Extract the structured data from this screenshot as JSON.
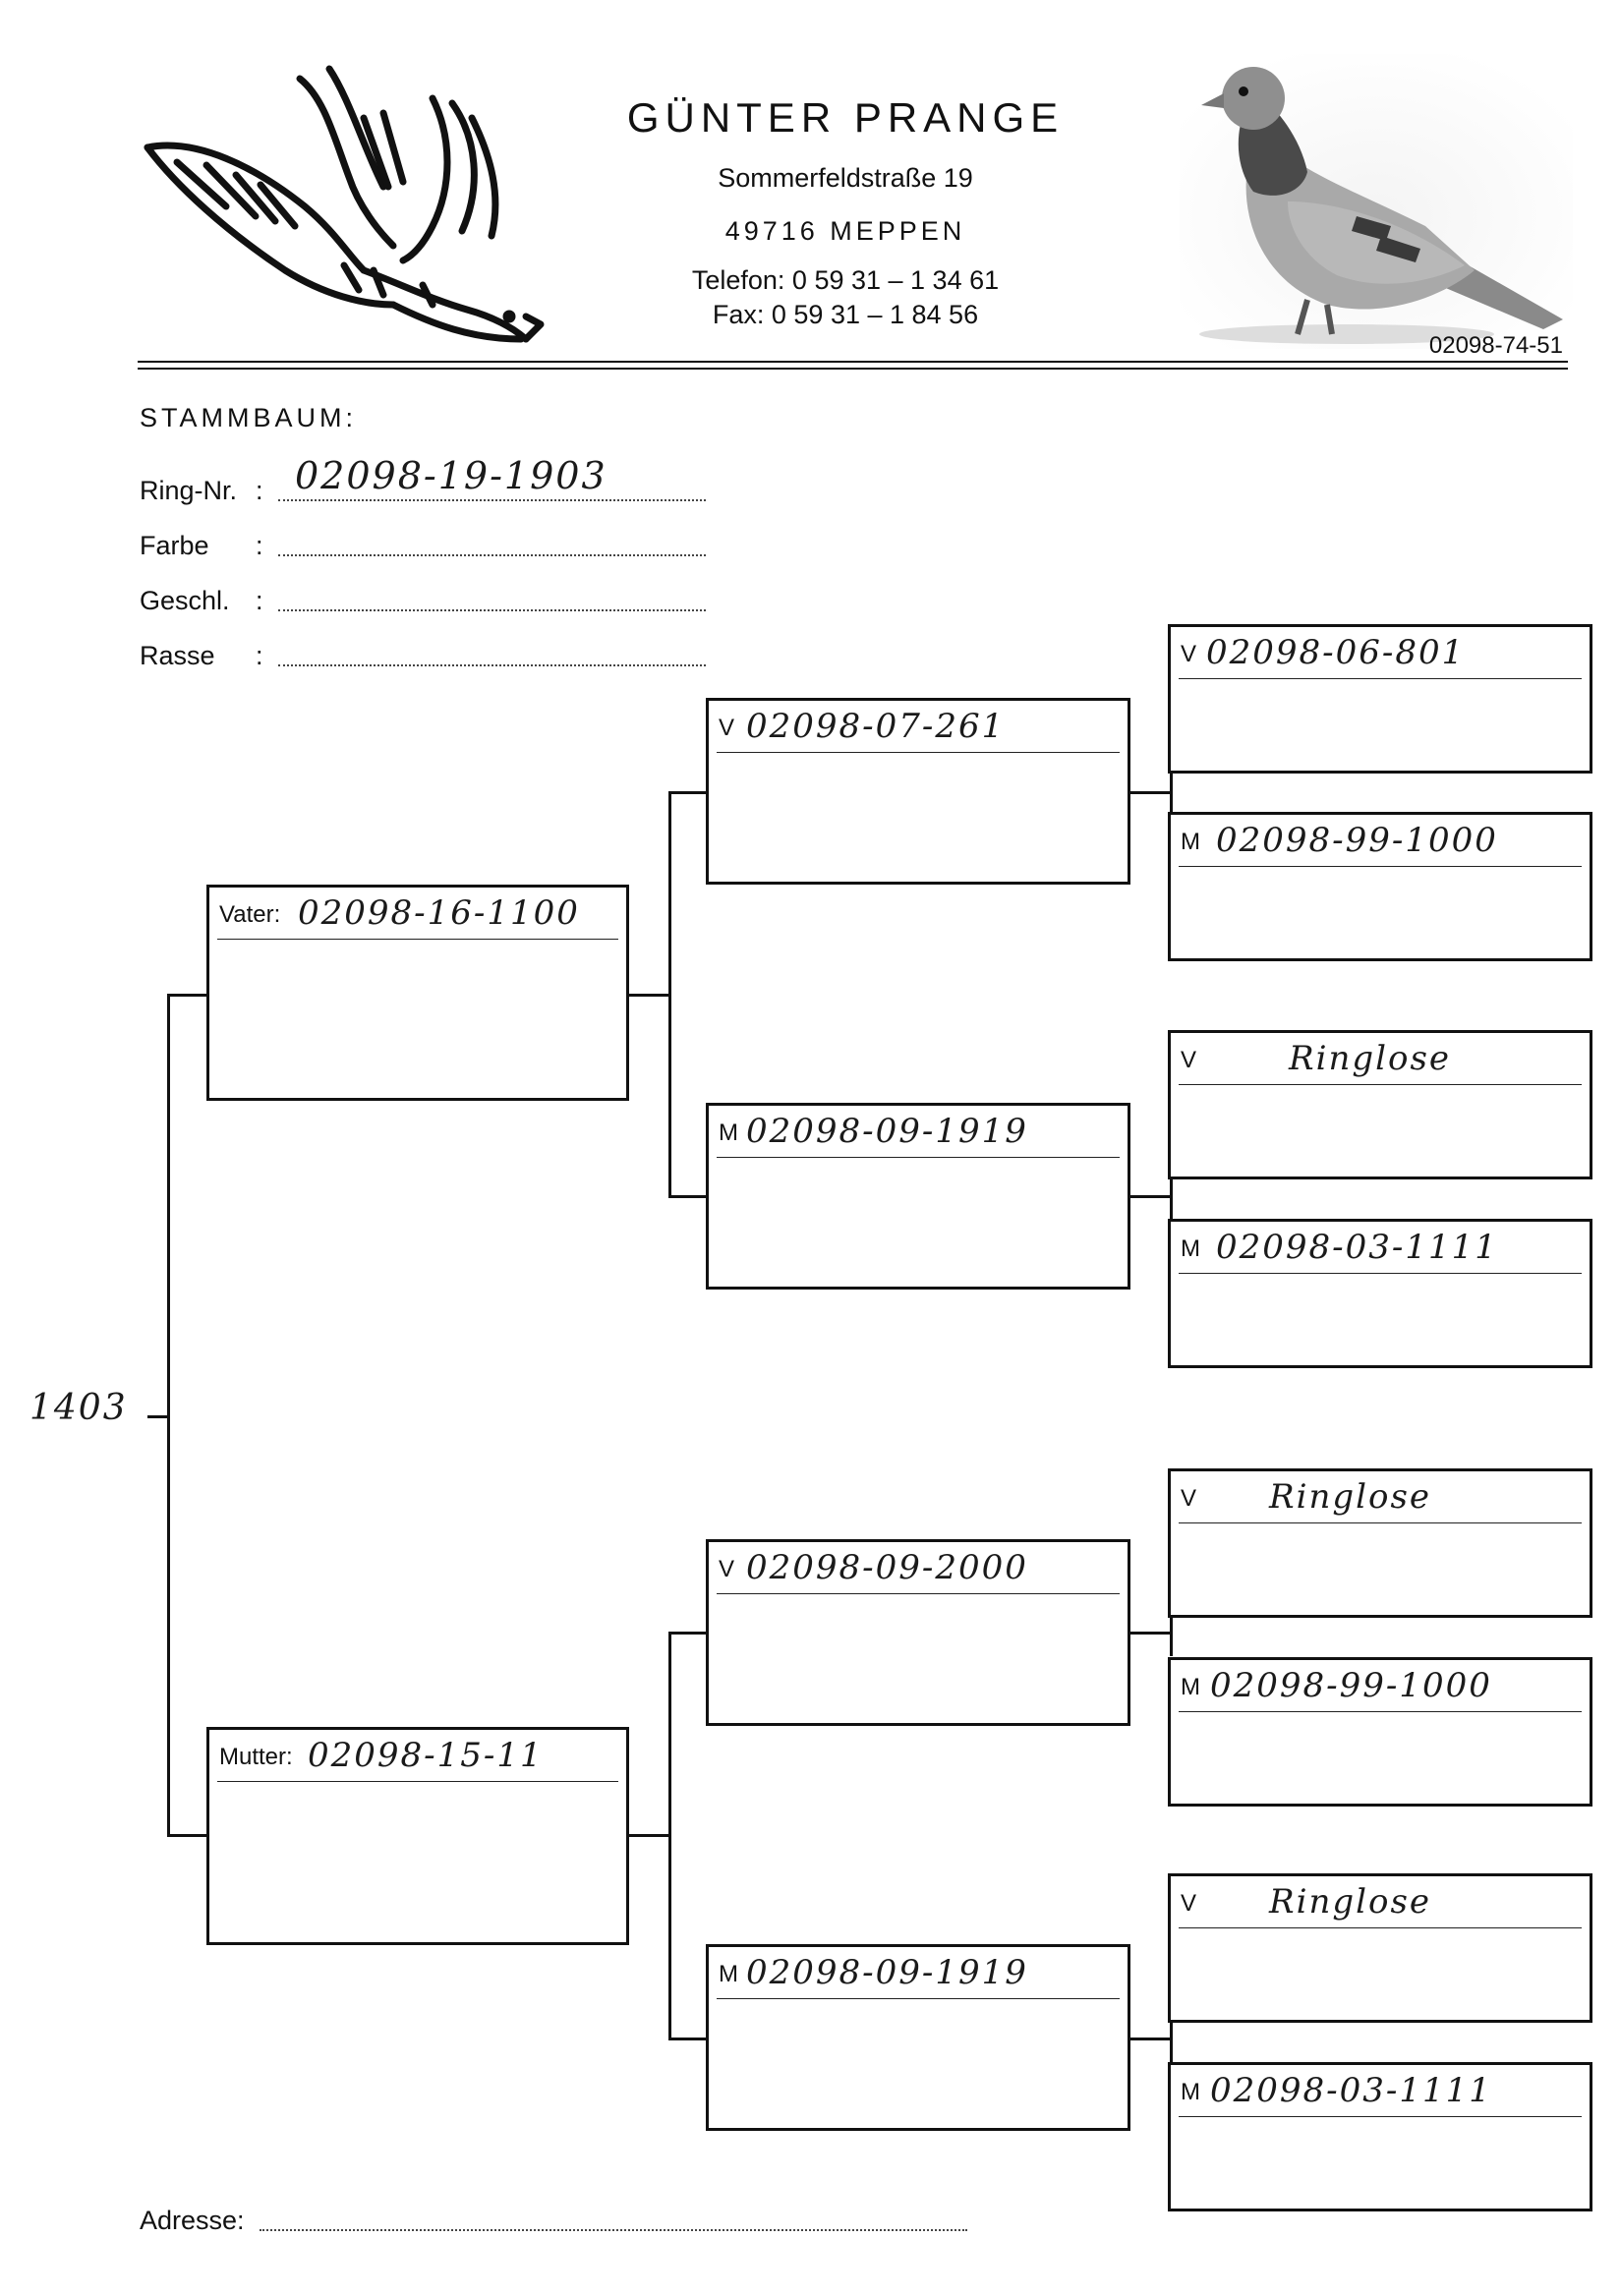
{
  "header": {
    "name": "GÜNTER PRANGE",
    "street": "Sommerfeldstraße 19",
    "city": "49716 MEPPEN",
    "phone": "Telefon: 0 59 31 – 1 34 61",
    "fax": "Fax: 0 59 31 – 1 84 56",
    "photo_ring": "02098-74-51"
  },
  "form": {
    "title": "STAMMBAUM:",
    "ring_label": "Ring-Nr.",
    "ring_value": "02098-19-1903",
    "color_label": "Farbe",
    "sex_label": "Geschl.",
    "breed_label": "Rasse",
    "colon": ":",
    "address_label": "Adresse:"
  },
  "pedigree": {
    "root": "1403",
    "father": {
      "prefix": "Vater:",
      "value": "02098-16-1100"
    },
    "mother": {
      "prefix": "Mutter:",
      "value": "02098-15-11"
    },
    "gen2": [
      {
        "prefix": "V",
        "value": "02098-07-261"
      },
      {
        "prefix": "M",
        "value": "02098-09-1919"
      },
      {
        "prefix": "V",
        "value": "02098-09-2000"
      },
      {
        "prefix": "M",
        "value": "02098-09-1919"
      }
    ],
    "gen3": [
      {
        "prefix": "V",
        "value": "02098-06-801"
      },
      {
        "prefix": "M",
        "value": "02098-99-1000"
      },
      {
        "prefix": "V",
        "value": "Ringlose"
      },
      {
        "prefix": "M",
        "value": "02098-03-1111"
      },
      {
        "prefix": "V",
        "value": "Ringlose"
      },
      {
        "prefix": "M",
        "value": "02098-99-1000"
      },
      {
        "prefix": "V",
        "value": "Ringlose"
      },
      {
        "prefix": "M",
        "value": "02098-03-1111"
      }
    ]
  }
}
